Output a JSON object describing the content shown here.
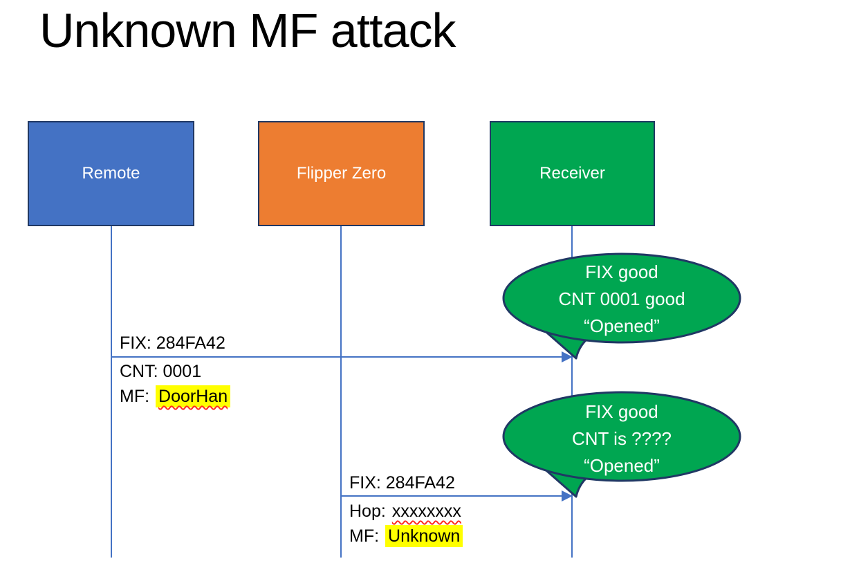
{
  "slide": {
    "title": "Unknown MF attack"
  },
  "actors": [
    {
      "name": "Remote",
      "fill": "#4472C4"
    },
    {
      "name": "Flipper Zero",
      "fill": "#ED7D31"
    },
    {
      "name": "Receiver",
      "fill": "#00A651"
    }
  ],
  "messages": [
    {
      "from": "Remote",
      "to": "Receiver",
      "lines": [
        {
          "label": "FIX: 284FA42",
          "value": ""
        },
        {
          "label": "CNT: 0001",
          "value": ""
        },
        {
          "label": "MF:",
          "value": "DoorHan",
          "highlighted": true,
          "spellcheck_underline": true
        }
      ]
    },
    {
      "from": "Flipper Zero",
      "to": "Receiver",
      "lines": [
        {
          "label": "FIX: 284FA42",
          "value": ""
        },
        {
          "label": "Hop:",
          "value": "xxxxxxxx",
          "spellcheck_underline": true
        },
        {
          "label": "MF:",
          "value": "Unknown",
          "highlighted": true
        }
      ]
    }
  ],
  "callouts": [
    {
      "lines": [
        "FIX good",
        "CNT 0001 good",
        "“Opened”"
      ]
    },
    {
      "lines": [
        "FIX good",
        "CNT is ????",
        "“Opened”"
      ]
    }
  ],
  "colors": {
    "actor_blue": "#4472C4",
    "actor_orange": "#ED7D31",
    "actor_green": "#00A651",
    "outline_navy": "#203864",
    "connector_blue": "#4472C4",
    "highlight_yellow": "#FFFF00",
    "spellcheck_red": "#FF2C21",
    "text_black": "#000000",
    "text_white": "#FFFFFF"
  }
}
